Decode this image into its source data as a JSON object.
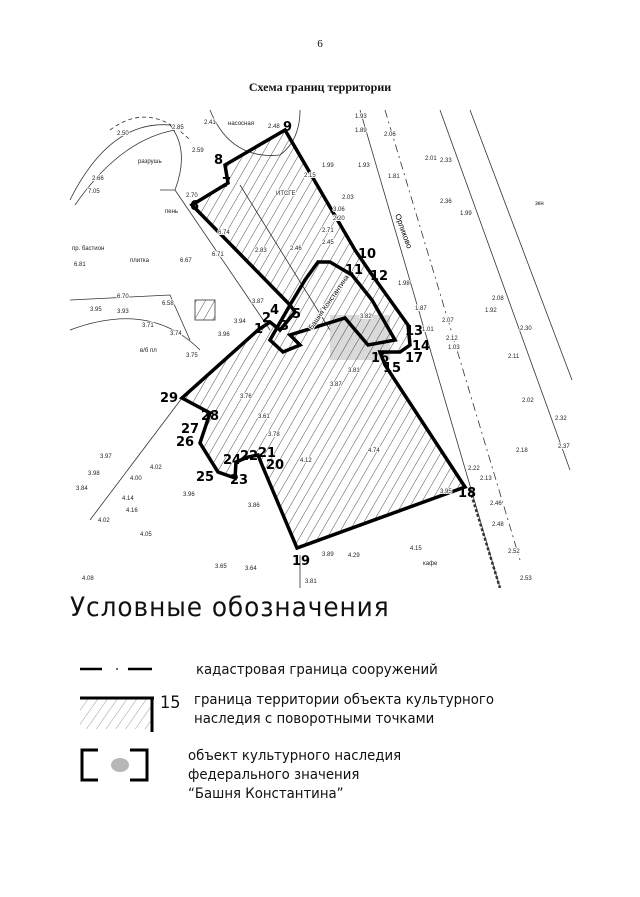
{
  "page_number": "6",
  "title": "Схема границ территории",
  "map": {
    "road_label": "Орликово",
    "tower_label": "Башня Константина",
    "street_labels": [
      "пр. бастион",
      "плитка",
      "насосная",
      "разрушь",
      "ИТСГЕ",
      "кафе",
      "пень",
      "зкн",
      "в/б пл"
    ],
    "turning_points": [
      "1",
      "2",
      "3",
      "4",
      "5",
      "6",
      "7",
      "8",
      "9",
      "10",
      "11",
      "12",
      "13",
      "14",
      "15",
      "16",
      "17",
      "18",
      "19",
      "20",
      "21",
      "22",
      "23",
      "24",
      "25",
      "26",
      "27",
      "28",
      "29"
    ],
    "elevations": [
      "2.50",
      "2.85",
      "2.41",
      "2.48",
      "2.59",
      "2.66",
      "2.70",
      "7.05",
      "6.74",
      "6.71",
      "6.81",
      "6.67",
      "6.70",
      "6.58",
      "3.95",
      "3.93",
      "3.71",
      "3.74",
      "3.94",
      "3.96",
      "3.75",
      "3.87",
      "1.93",
      "1.89",
      "2.06",
      "2.01",
      "2.33",
      "1.93",
      "1.81",
      "1.99",
      "2.15",
      "2.03",
      "3.06",
      "2.20",
      "2.71",
      "2.45",
      "2.46",
      "2.83",
      "1.98",
      "1.87",
      "2.07",
      "1.01",
      "2.12",
      "1.03",
      "2.36",
      "1.99",
      "1.92",
      "2.08",
      "2.30",
      "2.11",
      "2.02",
      "2.32",
      "2.37",
      "2.18",
      "2.22",
      "2.13",
      "2.46",
      "2.48",
      "2.52",
      "2.53",
      "3.82",
      "3.81",
      "3.87",
      "3.61",
      "3.76",
      "3.78",
      "3.84",
      "3.97",
      "3.98",
      "4.00",
      "4.02",
      "4.14",
      "4.16",
      "4.05",
      "4.02",
      "3.96",
      "3.86",
      "3.89",
      "4.15",
      "4.08",
      "3.64",
      "4.29",
      "4.12",
      "4.74",
      "3.65",
      "3.81",
      "3.95"
    ]
  },
  "legend": {
    "title": "Условные обозначения",
    "items": [
      {
        "text": "кадастровая граница сооружений"
      },
      {
        "number": "15",
        "text_line1": "граница территории объекта культурного",
        "text_line2": "наследия с поворотными точками"
      },
      {
        "text_line1": "объект культурного наследия",
        "text_line2": "федерального значения",
        "text_line3": "“Башня Константина”"
      }
    ]
  }
}
